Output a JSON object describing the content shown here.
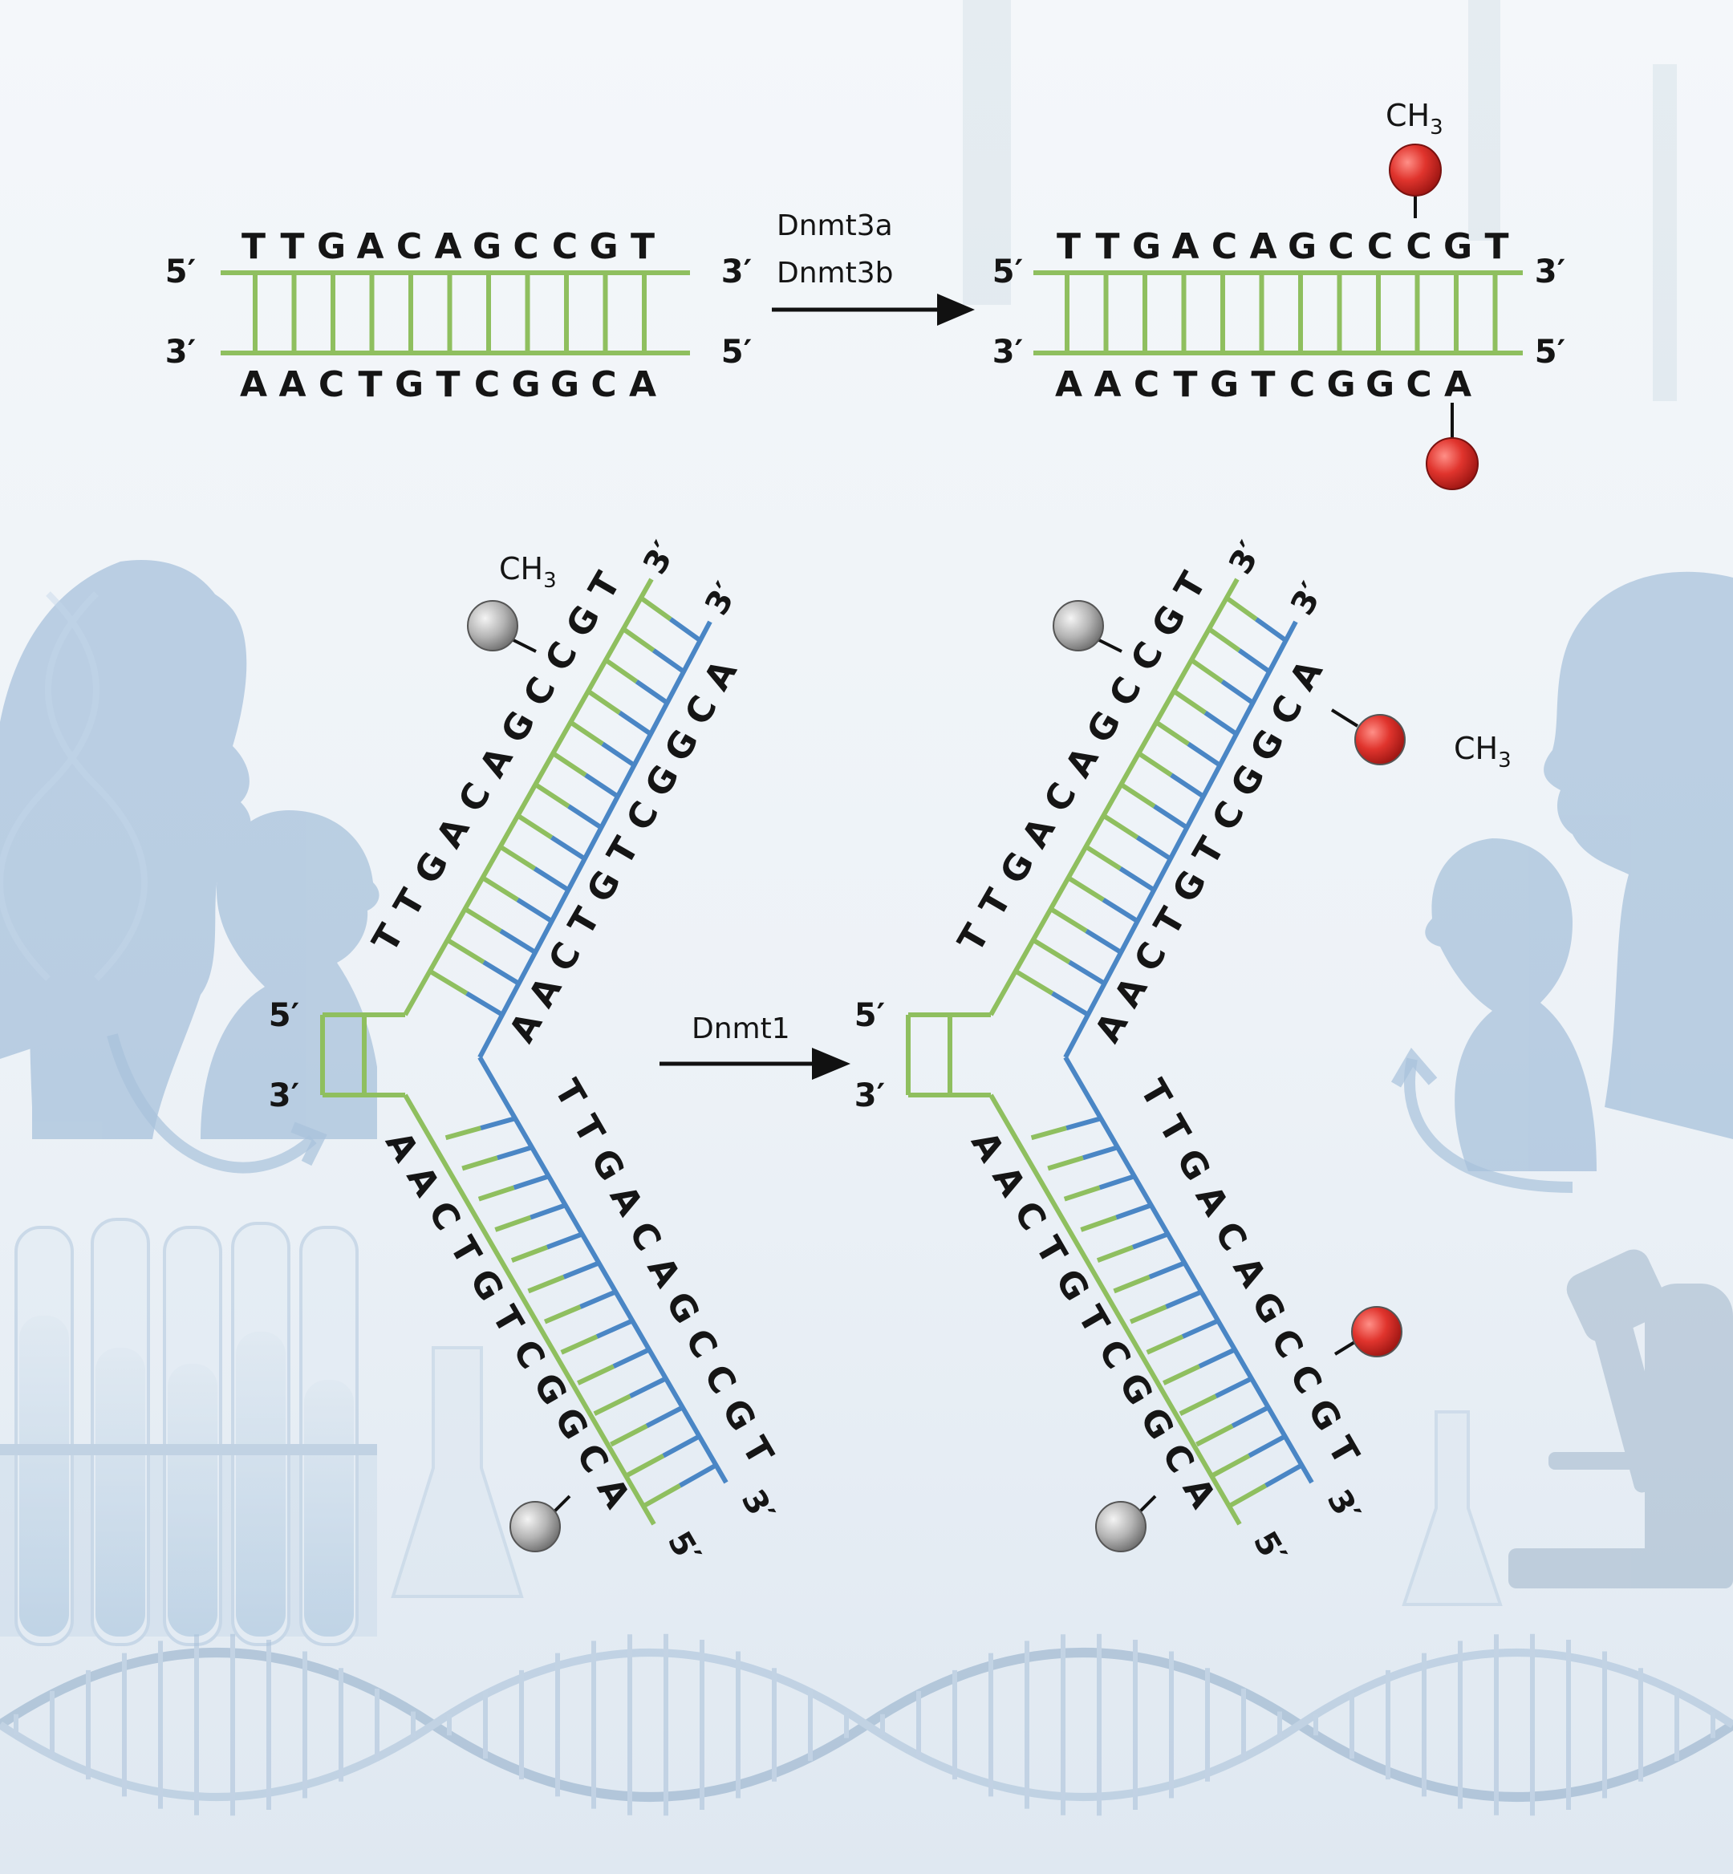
{
  "colors": {
    "parental_strand": "#8fbf5f",
    "daughter_strand": "#4a86c5",
    "methyl_new": "#d63a34",
    "methyl_existing": "#a9a9a9",
    "silhouette": "#8fb0d2",
    "background": "#eef3f8"
  },
  "icons": [
    "mother-child-silhouette-icon",
    "father-child-silhouette-icon",
    "dna-helix-icon",
    "test-tube-icon",
    "microscope-icon",
    "flask-icon"
  ],
  "de_novo": {
    "enzyme_1": "Dnmt3a",
    "enzyme_2": "Dnmt3b",
    "left": {
      "top_seq": "TTGACAGCCGT",
      "bottom_seq": "AACTGTCGGCA",
      "label_tl": "5′",
      "label_tr": "3′",
      "label_bl": "3′",
      "label_br": "5′"
    },
    "right": {
      "top_seq": "TTGACAGCCCGT",
      "bottom_seq": "AACTGTCGGCA",
      "label_tl": "5′",
      "label_tr": "3′",
      "label_bl": "3′",
      "label_br": "5′",
      "methyl_label": "CH",
      "methyl_sub": "3"
    }
  },
  "maintenance": {
    "enzyme": "Dnmt1",
    "left": {
      "stem_5": "5′",
      "stem_3": "3′",
      "upper_parental_seq": "TTGACAGCCGT",
      "upper_daughter_seq": "AACTGTCGGCA",
      "lower_parental_seq": "AACTGTCGGCA",
      "lower_daughter_seq": "TTGACAGCCGT",
      "upper_end_1": "3′",
      "upper_end_2": "3′",
      "lower_end_1": "3′",
      "lower_end_2": "5′",
      "methyl_label": "CH",
      "methyl_sub": "3"
    },
    "right": {
      "stem_5": "5′",
      "stem_3": "3′",
      "upper_parental_seq": "TTGACAGCCGT",
      "upper_daughter_seq": "AACTGTCGGCA",
      "lower_parental_seq": "AACTGTCGGCA",
      "lower_daughter_seq": "TTGACAGCCGT",
      "upper_end_1": "3′",
      "upper_end_2": "3′",
      "lower_end_1": "3′",
      "lower_end_2": "5′",
      "methyl_label": "CH",
      "methyl_sub": "3"
    }
  }
}
